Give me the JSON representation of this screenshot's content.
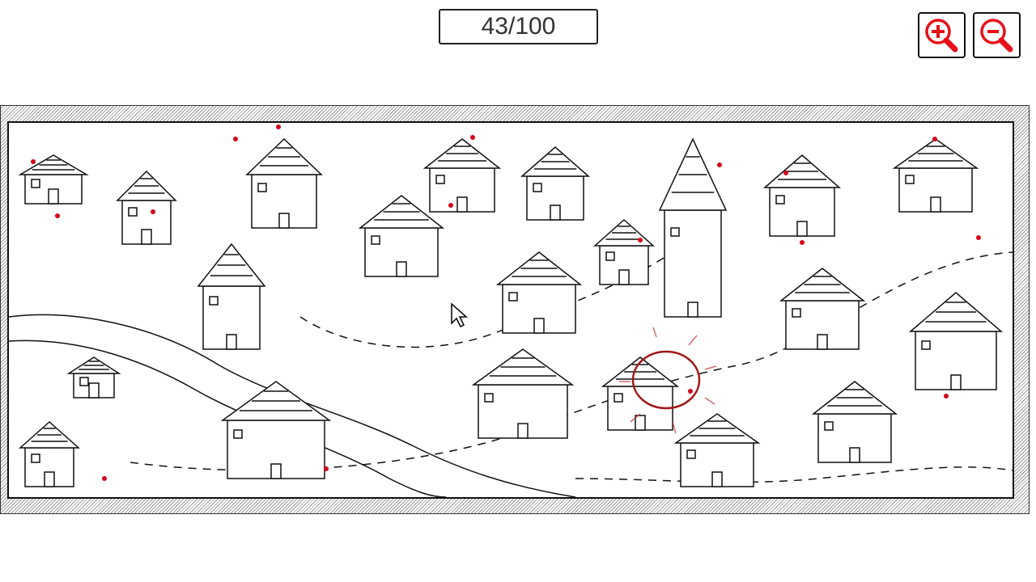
{
  "hud": {
    "found_counter": "43/100",
    "found": 43,
    "total": 100
  },
  "controls": {
    "zoom_in_icon": "magnifier-plus-icon",
    "zoom_out_icon": "magnifier-minus-icon"
  },
  "scene": {
    "description_type": "line-art village hidden-object map",
    "accent_color": "#d0021b",
    "highlight_color": "#a01818"
  }
}
